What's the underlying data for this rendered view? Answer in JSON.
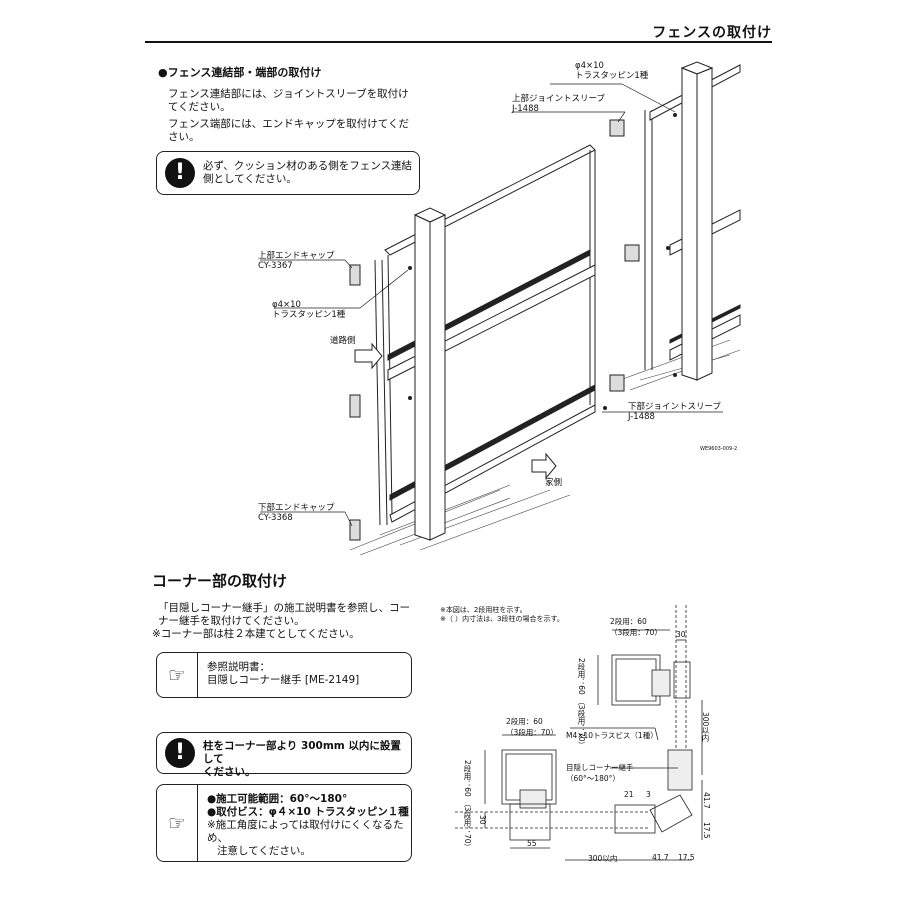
{
  "header": {
    "title": "フェンスの取付け"
  },
  "section1": {
    "heading": "●フェンス連結部・端部の取付け",
    "para1_line1": "フェンス連結部には、ジョイントスリーブを取付け",
    "para1_line2": "てください。",
    "para2": "フェンス端部には、エンドキャップを取付けてくだ",
    "para2_line2": "さい。",
    "warning_line1": "必ず、クッション材のある側をフェンス連結",
    "warning_line2": "側としてください。"
  },
  "diagram1": {
    "pin_top_spec": "φ4×10",
    "pin_top_name": "トラスタッピン1種",
    "upper_joint_name": "上部ジョイントスリーブ",
    "upper_joint_code": "J-1488",
    "upper_cap_name": "上部エンドキャップ",
    "upper_cap_code": "CY-3367",
    "pin_left_spec": "φ4×10",
    "pin_left_name": "トラスタッピン1種",
    "road_side": "道路側",
    "lower_joint_name": "下部ジョイントスリーブ",
    "lower_joint_code": "J-1488",
    "house_side": "家側",
    "lower_cap_name": "下部エンドキャップ",
    "lower_cap_code": "CY-3368",
    "drawing_no": "WE9603-009-2"
  },
  "section2": {
    "heading": "コーナー部の取付け",
    "para_line1": "「目隠しコーナー継手」の施工説明書を参照し、コー",
    "para_line2": "ナー継手を取付けてください。",
    "para_line3": "※コーナー部は柱２本建てとしてください。",
    "ref_line1": "参照説明書：",
    "ref_line2": "目隠しコーナー継手 [ME-2149]",
    "warn_line1": "柱をコーナー部より 300mm 以内に設置して",
    "warn_line2": "ください。",
    "info_line1": "●施工可能範囲：60°～180°",
    "info_line2": "●取付ビス：φ４×10 トラスタッピン１種",
    "info_line3": "※施工角度によっては取付けにくくなるため、",
    "info_line4": "注意してください。"
  },
  "diagram2": {
    "note1": "※本図は、2段用柱を示す。",
    "note2": "※（ ）内寸法は、3段柱の場合を示す。",
    "top_dim_1": "2段用：60",
    "top_dim_2": "（3段用：70）",
    "dim_30_top": "30",
    "side_dim_1": "2段用：60",
    "side_dim_2": "（3段用：70）",
    "left_dim_1": "2段用：60",
    "left_dim_2": "（3段用：70）",
    "mid_top_dim_1": "2段用：60",
    "mid_top_dim_2": "（3段用：70）",
    "screw": "M4×10トラスビス（1種）",
    "joint_name": "目隠しコーナー継手",
    "joint_range": "（60°～180°）",
    "within_300_v": "300以内",
    "dim_21": "21",
    "dim_3": "3",
    "dim_417_v": "41.7",
    "dim_175_v": "17.5",
    "dim_30_left": "30",
    "dim_55": "55",
    "within_300_h": "300以内",
    "dim_417_h": "41.7",
    "dim_175_h": "17.5"
  }
}
